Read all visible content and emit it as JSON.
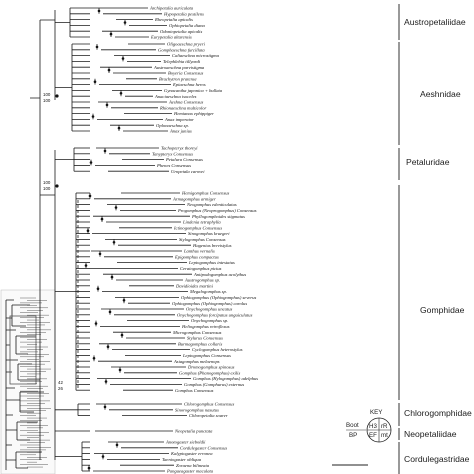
{
  "families": [
    "Austropetaliidae",
    "Aeshnidae",
    "Petaluridae",
    "Gomphidae",
    "Chlorogomphidae",
    "Neopetaliidae",
    "Cordulegastridae"
  ],
  "key": {
    "title": "KEY",
    "boot": "Boot",
    "bp": "BP",
    "cells": [
      "H3",
      "rR",
      "EF",
      "mt"
    ]
  },
  "support_labels": {
    "upper_root": [
      "100",
      "100"
    ],
    "petal_node": [
      "100",
      "100"
    ],
    "lower_root": [
      "42",
      "26"
    ]
  },
  "taxa": [
    "Archipetalia auriculata",
    "Hypopetalia pestilens",
    "Rheopetalia apicalis",
    "Ophiopetalia diana",
    "Odontopetalia apicalis",
    "Eurypetalia altarensis",
    "Oligoaeschna pryeri",
    "Gomphaeschna furcillata",
    "Caliaeschna microstigma",
    "Telephlebia tillyardi",
    "Austroaeschna parvistigma",
    "Boyeria Consensus",
    "Brachytron pratense",
    "Epiaeschna heros",
    "Gynacantha japonica + bullata",
    "Anaciaeschna isoceles",
    "Aeshna Consensus",
    "Rhionaeschna multicolor",
    "Hemianax ephippiger",
    "Anax imperator",
    "Oplonaeschna sp.",
    "Anax junius",
    "Tachopteryx thoreyi",
    "Tanypteryx Consensus",
    "Petalura Consensus",
    "Phenes Consensus",
    "Uropetala carovei",
    "Hemigomphus Consensus",
    "Armagomphus armiger",
    "Neogomphus edenticulatus",
    "Progomphus (Neoprogomphus) Consensus",
    "Phyllogomphoides stigmatus",
    "Lindenia tetraphylla",
    "Ictinogomphus Consensus",
    "Sinogomphus kruegeri",
    "Stylogomphus Consensus",
    "Hagenius brevistylus",
    "Lanthus vernalis",
    "Epigomphus compactus",
    "Leptogomphus intestatus",
    "Ceratogomphus pictus",
    "Antipodogomphus acolythus",
    "Austrogomphus sp.",
    "Davidioides martini",
    "Megalogomphus sp.",
    "Ophiogomphus (Ophiogomphus) severus",
    "Ophiogomphus (Ophiogomphus) carolus",
    "Onychogomphus uncatus",
    "Onychogomphus forcipatus unguiculatus",
    "Onychogomphus sp.",
    "Heliogomphus retroflexus",
    "Microgomphus Consensus",
    "Stylurus Consensus",
    "Burmagomphus collaris",
    "Cyclogomphus heterostylus",
    "Leptogomphus Consensus",
    "Asiagomphus melaenops",
    "Dromogomphus spinosus",
    "Gomphus (Phanogomphus) exilis",
    "Gomphus (Hylogomphus) adelphus",
    "Gomphus (Gomphurus) externus",
    "Gomphus Consensus",
    "Chlorogomphus Consensus",
    "Sinorogomphus nasutus",
    "Chloropetalia soarer",
    "Neopetalia punctata",
    "Anotogaster sieboldii",
    "Cordulegaster Consensus",
    "Kalyptogaster erronea",
    "Taeniogaster obliqua",
    "Zoraena bilineata",
    "Pangaeagaster maculata"
  ]
}
